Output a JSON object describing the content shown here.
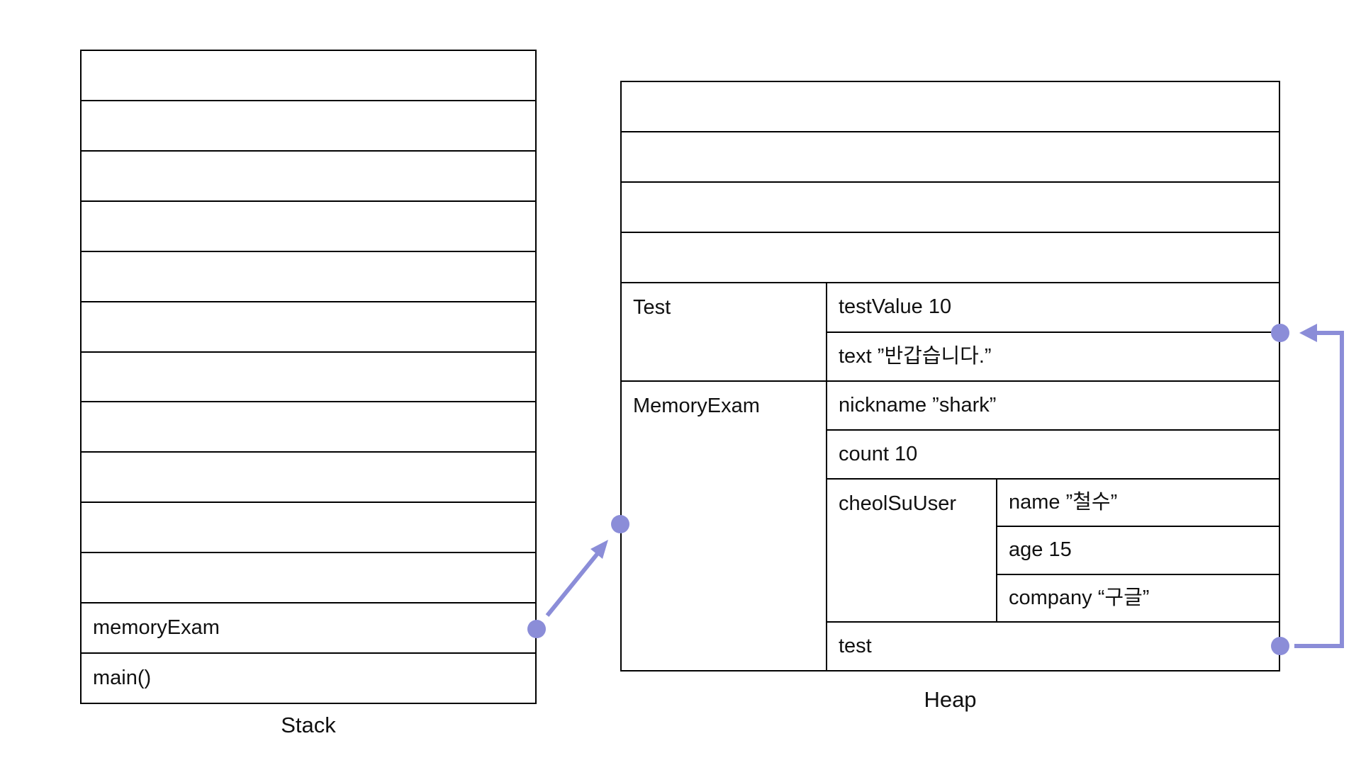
{
  "colors": {
    "accent": "#8b8dd8",
    "border": "#000000",
    "background": "#ffffff",
    "text": "#111111"
  },
  "stack": {
    "label": "Stack",
    "rows_total": 13,
    "empty_rows": 11,
    "frames": [
      {
        "label": "memoryExam"
      },
      {
        "label": "main()"
      }
    ]
  },
  "heap": {
    "label": "Heap",
    "empty_rows": 4,
    "objects": [
      {
        "name": "Test",
        "fields": [
          "testValue 10",
          "text ”반갑습니다.”"
        ]
      },
      {
        "name": "MemoryExam",
        "fields": [
          "nickname ”shark”",
          "count 10"
        ],
        "nested": {
          "name": "cheolSuUser",
          "fields": [
            "name ”철수”",
            "age 15",
            "company “구글”"
          ]
        },
        "tail_field": "test"
      }
    ]
  },
  "pointers": [
    {
      "from": "stack memoryExam",
      "to": "heap MemoryExam object"
    },
    {
      "from": "heap MemoryExam test field",
      "to": "heap Test object"
    }
  ]
}
